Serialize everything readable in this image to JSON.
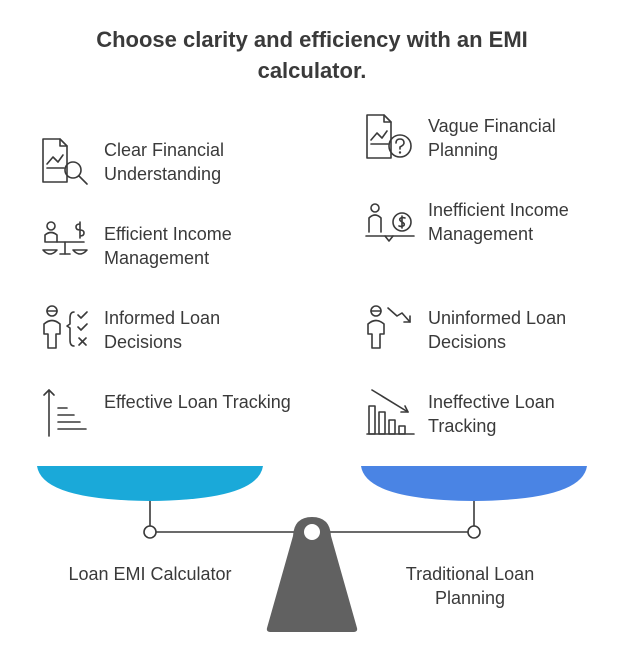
{
  "title": "Choose clarity and efficiency with an EMI calculator.",
  "left": {
    "base_label": "Loan EMI Calculator",
    "pan_color": "#1aa9d9",
    "items": [
      {
        "label": "Clear Financial Understanding",
        "icon": "document-chart-magnifier-icon"
      },
      {
        "label": "Efficient Income Management",
        "icon": "person-balance-scale-icon"
      },
      {
        "label": "Informed Loan Decisions",
        "icon": "person-checklist-icon"
      },
      {
        "label": "Effective Loan Tracking",
        "icon": "ascending-bars-icon"
      }
    ]
  },
  "right": {
    "base_label": "Traditional Loan Planning",
    "pan_color": "#4a84e4",
    "items": [
      {
        "label": "Vague Financial Planning",
        "icon": "document-chart-question-icon"
      },
      {
        "label": "Inefficient Income Management",
        "icon": "person-coin-scale-icon"
      },
      {
        "label": "Uninformed Loan Decisions",
        "icon": "person-down-arrow-icon"
      },
      {
        "label": "Ineffective Loan Tracking",
        "icon": "declining-bar-chart-icon"
      }
    ]
  },
  "colors": {
    "fulcrum": "#616161",
    "text": "#3a3a3a"
  }
}
